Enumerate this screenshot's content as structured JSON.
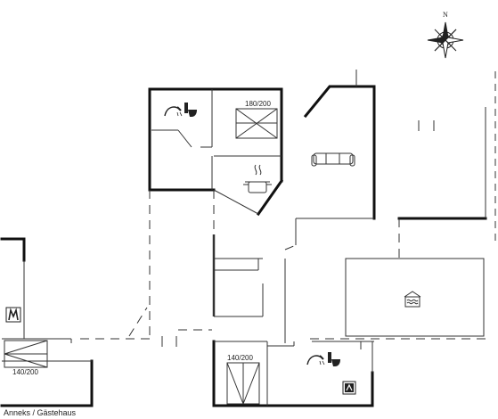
{
  "compass": {
    "north_label": "N"
  },
  "labels": {
    "bed_top": "180/200",
    "bed_bottom_mid": "140/200",
    "bed_annex": "140/200",
    "annex_caption": "Anneks / Gästehaus"
  },
  "icons": [
    "shower-icon",
    "toilet-icon",
    "bed-icon",
    "cooking-pot-icon",
    "sofa-icon",
    "pool-icon",
    "sauna-icon",
    "washing-machine-icon"
  ],
  "colors": {
    "wall": "#111111",
    "line": "#333333",
    "background": "#ffffff"
  }
}
